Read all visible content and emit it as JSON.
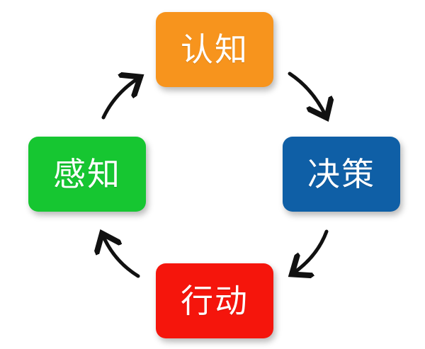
{
  "nodes": [
    {
      "id": "cognition",
      "label": "认知",
      "color": "#f7941d"
    },
    {
      "id": "decision",
      "label": "决策",
      "color": "#0f5fa6"
    },
    {
      "id": "action",
      "label": "行动",
      "color": "#f5150c"
    },
    {
      "id": "perception",
      "label": "感知",
      "color": "#16c631"
    }
  ],
  "cycle": [
    "perception",
    "cognition",
    "decision",
    "action",
    "perception"
  ],
  "arrow_color": "#111111"
}
